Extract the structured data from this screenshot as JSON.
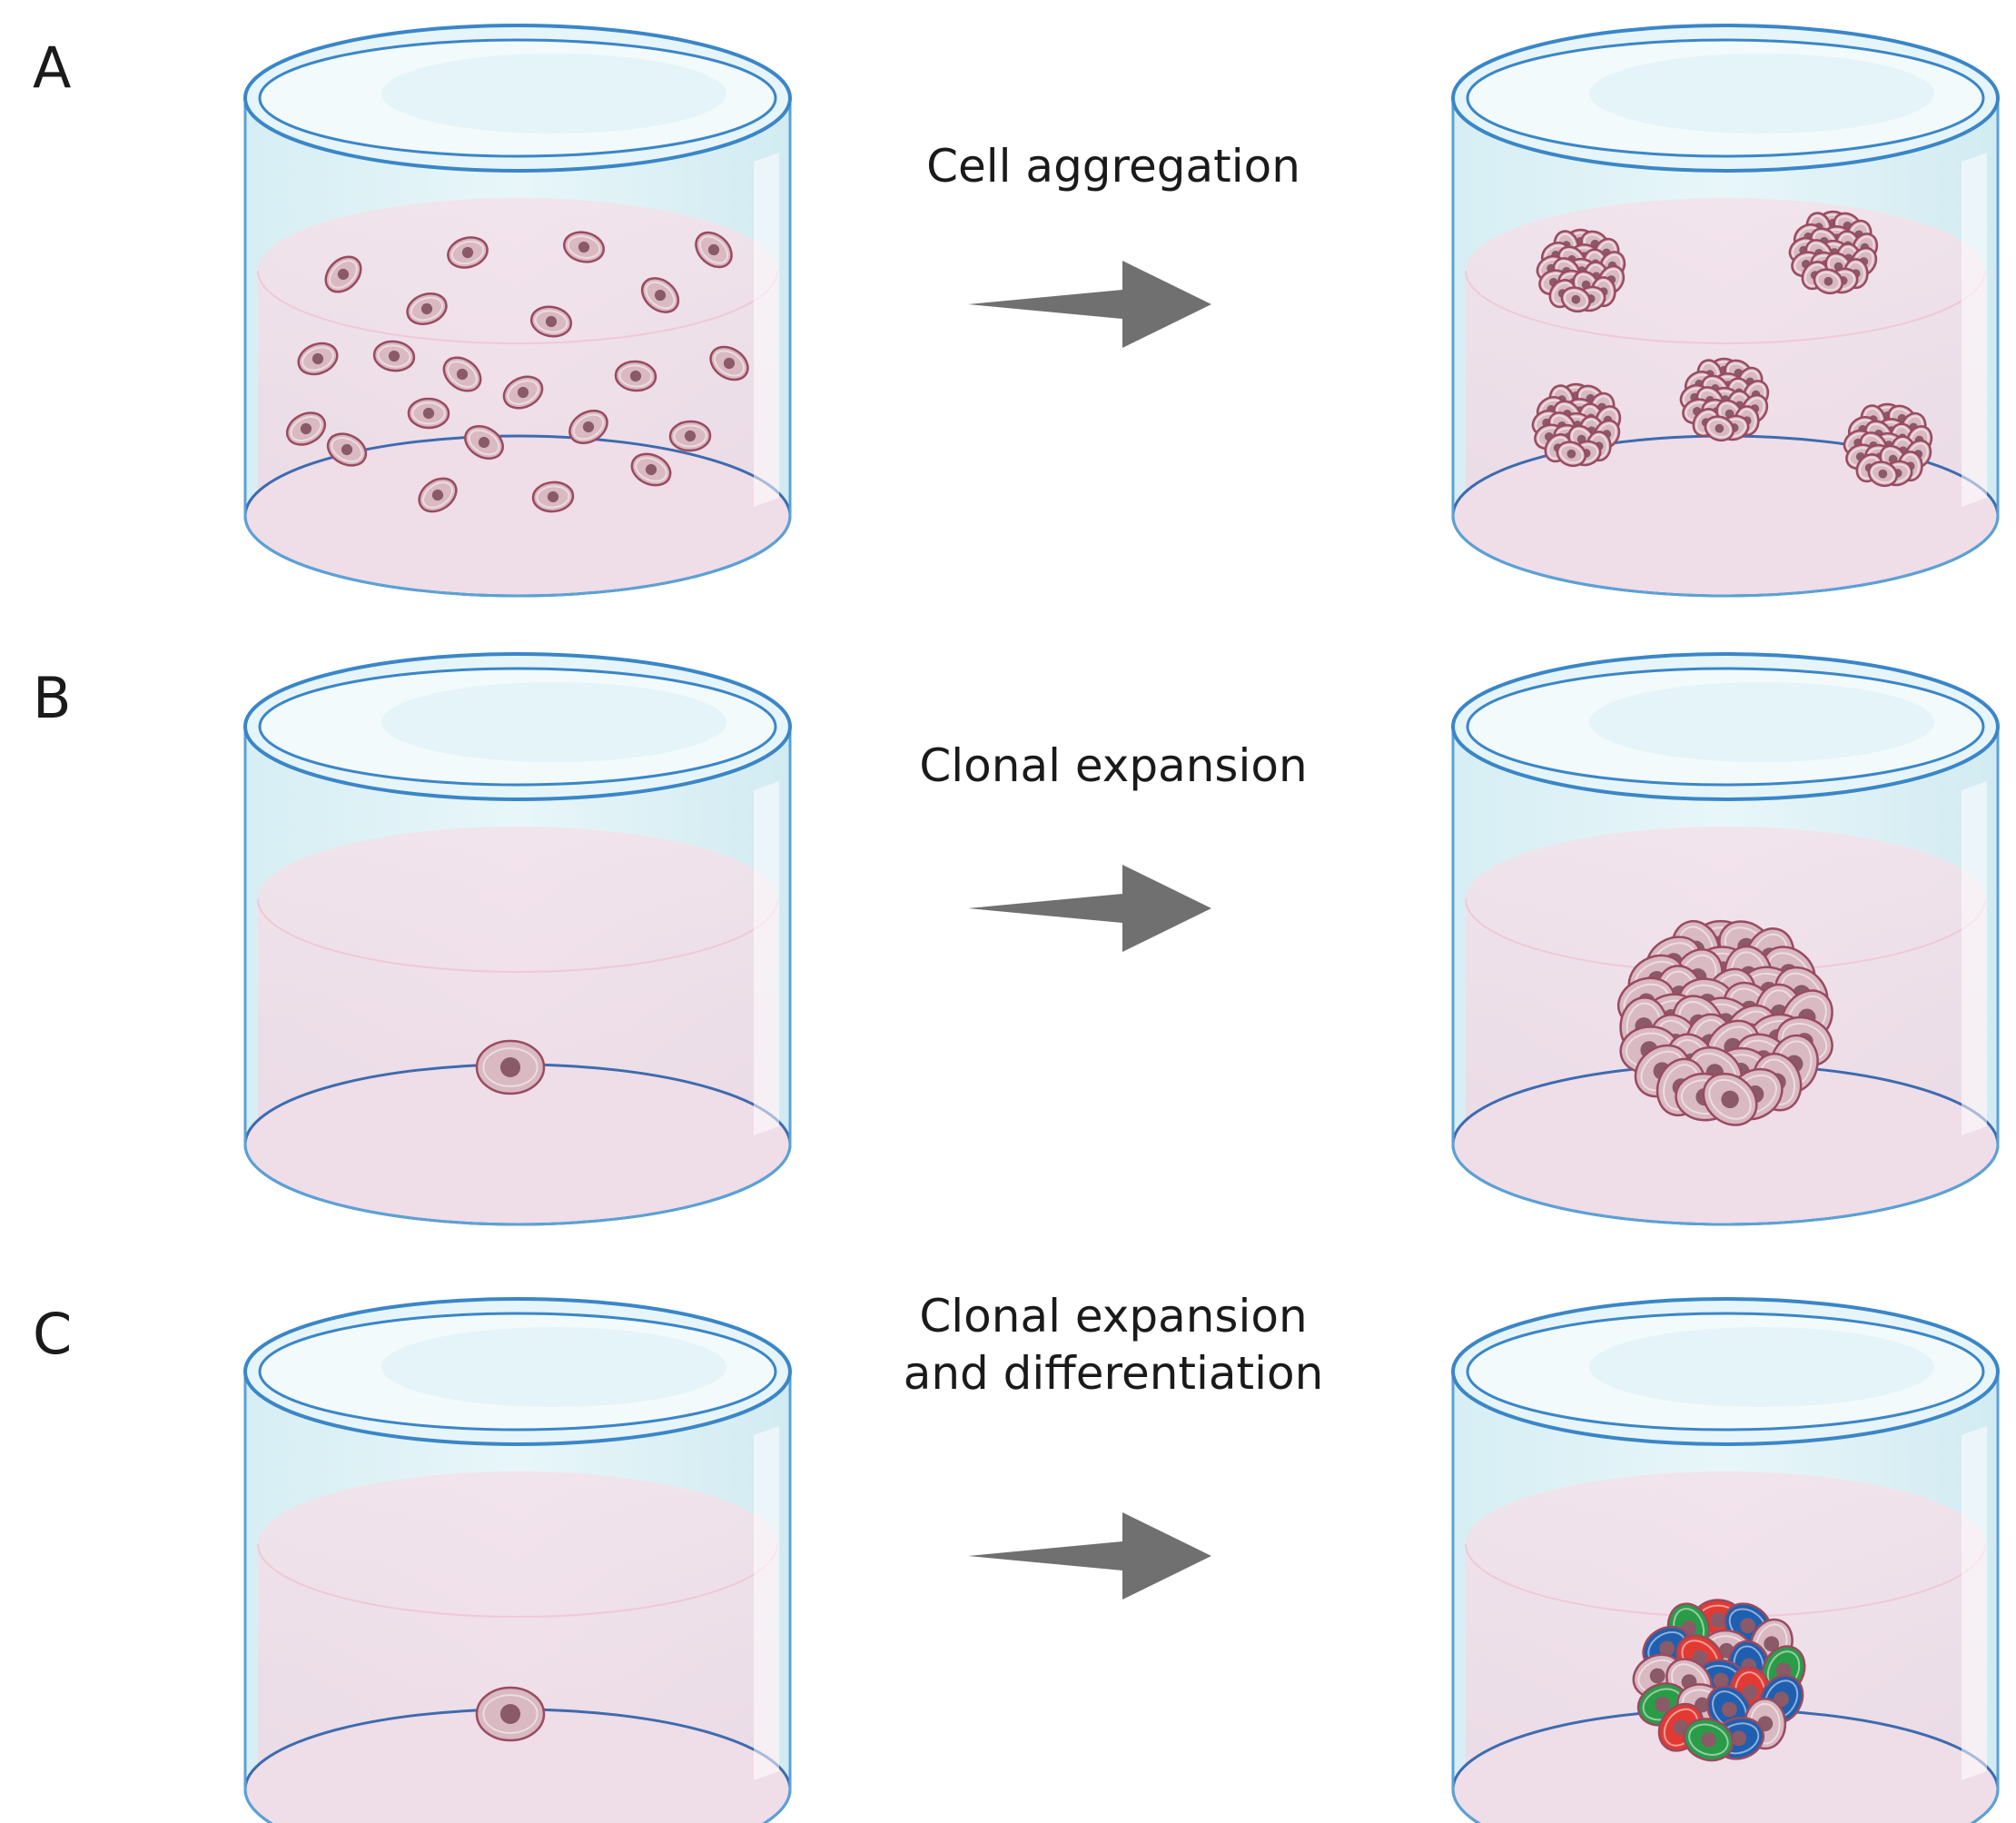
{
  "panels": [
    {
      "letter": "A",
      "process_lines": [
        "Cell aggregation"
      ],
      "start": "many dispersed single cells",
      "end": "several small cell aggregates"
    },
    {
      "letter": "B",
      "process_lines": [
        "Clonal expansion"
      ],
      "start": "one single cell",
      "end": "one large clonal cluster"
    },
    {
      "letter": "C",
      "process_lines": [
        "Clonal expansion",
        "and differentiation"
      ],
      "start": "one single cell",
      "end": "one multicolor differentiated cluster"
    }
  ],
  "colors": {
    "dish_fill": "#e3f3f7",
    "dish_rim": "#3a86c8",
    "dish_bottom_stroke": "#3d6bb0",
    "medium_fill": "#f2dde8",
    "cell_fill": "#d9b9c2",
    "cell_stroke": "#9a4a60",
    "nucleus": "#8a5a68",
    "arrow": "#707070",
    "diff_red": "#e23a32",
    "diff_blue": "#1f5fb0",
    "diff_green": "#2a9c48"
  },
  "icons": [
    "petri-dish-icon",
    "cell-icon",
    "arrow-right-icon",
    "cell-cluster-icon"
  ]
}
